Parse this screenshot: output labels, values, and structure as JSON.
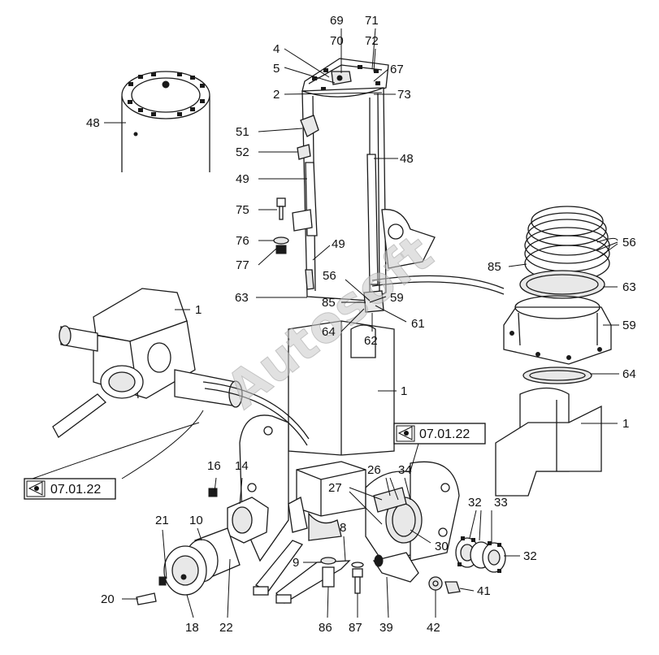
{
  "watermark": "Autosoft",
  "refs": [
    "07.01.22",
    "07.01.22"
  ],
  "labels": {
    "l69": "69",
    "l71": "71",
    "l4": "4",
    "l70": "70",
    "l72": "72",
    "l5": "5",
    "l67": "67",
    "l2": "2",
    "l73": "73",
    "l48a": "48",
    "l51": "51",
    "l52": "52",
    "l48b": "48",
    "l49a": "49",
    "l75": "75",
    "l76": "76",
    "l49b": "49",
    "l77": "77",
    "l56a": "56",
    "l85a": "85",
    "l56b": "56",
    "l63a": "63",
    "l85b": "85",
    "l59a": "59",
    "l63b": "63",
    "l64a": "64",
    "l61": "61",
    "l62": "62",
    "l59b": "59",
    "l1a": "1",
    "l1b": "1",
    "l64b": "64",
    "l1c": "1",
    "l16": "16",
    "l14": "14",
    "l26": "26",
    "l34": "34",
    "l27": "27",
    "l32a": "32",
    "l33": "33",
    "l21": "21",
    "l10": "10",
    "l8": "8",
    "l32b": "32",
    "l30": "30",
    "l9": "9",
    "l20": "20",
    "l41": "41",
    "l18": "18",
    "l22": "22",
    "l86": "86",
    "l87": "87",
    "l39": "39",
    "l42": "42"
  }
}
